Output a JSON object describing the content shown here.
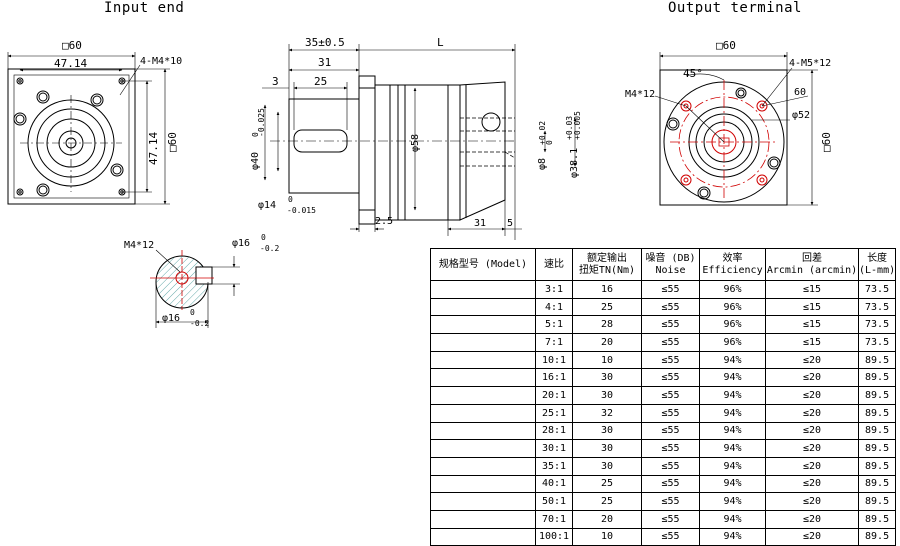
{
  "titles": {
    "input": "Input end",
    "output": "Output terminal"
  },
  "input_view": {
    "square": "□60",
    "bolt_spacing": "47.14",
    "bolt_spacing_v": "47.14",
    "square_v": "□60",
    "holes": "4-M4*10"
  },
  "side_view": {
    "d35": "35±0.5",
    "dL": "L",
    "d31": "31",
    "d25": "25",
    "d3": "3",
    "dia40": "φ40",
    "dia40_tol": "-0.025",
    "dia40_tol_up": "0",
    "dia14": "φ14",
    "dia14_up": "0",
    "dia14_low": "-0.015",
    "dia58": "φ58",
    "dia8": "φ8",
    "dia8_tol1": "+0.02",
    "dia8_tol2": "0",
    "dia38": "φ38.1",
    "dia38_tol1": "+0.03",
    "dia38_tol2": "+0.005",
    "d25b": "2.5",
    "d31b": "31",
    "d5": "5"
  },
  "shaft_view": {
    "thread": "M4*12",
    "dia16_top": "φ16",
    "top_up": "0",
    "top_low": "-0.2",
    "dia16_bot": "φ16",
    "bot_up": "0",
    "bot_low": "-0.2"
  },
  "output_view": {
    "square": "□60",
    "angle": "45°",
    "holes": "4-M5*12",
    "thread": "M4*12",
    "d60": "60",
    "dia52": "φ52",
    "square_v": "□60"
  },
  "table": {
    "headers": [
      {
        "l1": "规格型号 (Model)",
        "l2": ""
      },
      {
        "l1": "速比",
        "l2": ""
      },
      {
        "l1": "额定输出",
        "l2": "扭矩TN(Nm)"
      },
      {
        "l1": "噪音 (DB)",
        "l2": "Noise"
      },
      {
        "l1": "效率",
        "l2": "Efficiency"
      },
      {
        "l1": "回差",
        "l2": "Arcmin (arcmin)"
      },
      {
        "l1": "长度",
        "l2": "(L-mm)"
      }
    ],
    "rows": [
      [
        "3:1",
        "16",
        "≤55",
        "96%",
        "≤15",
        "73.5"
      ],
      [
        "4:1",
        "25",
        "≤55",
        "96%",
        "≤15",
        "73.5"
      ],
      [
        "5:1",
        "28",
        "≤55",
        "96%",
        "≤15",
        "73.5"
      ],
      [
        "7:1",
        "20",
        "≤55",
        "96%",
        "≤15",
        "73.5"
      ],
      [
        "10:1",
        "10",
        "≤55",
        "94%",
        "≤20",
        "89.5"
      ],
      [
        "16:1",
        "30",
        "≤55",
        "94%",
        "≤20",
        "89.5"
      ],
      [
        "20:1",
        "30",
        "≤55",
        "94%",
        "≤20",
        "89.5"
      ],
      [
        "25:1",
        "32",
        "≤55",
        "94%",
        "≤20",
        "89.5"
      ],
      [
        "28:1",
        "30",
        "≤55",
        "94%",
        "≤20",
        "89.5"
      ],
      [
        "30:1",
        "30",
        "≤55",
        "94%",
        "≤20",
        "89.5"
      ],
      [
        "35:1",
        "30",
        "≤55",
        "94%",
        "≤20",
        "89.5"
      ],
      [
        "40:1",
        "25",
        "≤55",
        "94%",
        "≤20",
        "89.5"
      ],
      [
        "50:1",
        "25",
        "≤55",
        "94%",
        "≤20",
        "89.5"
      ],
      [
        "70:1",
        "20",
        "≤55",
        "94%",
        "≤20",
        "89.5"
      ],
      [
        "100:1",
        "10",
        "≤55",
        "94%",
        "≤20",
        "89.5"
      ]
    ]
  }
}
